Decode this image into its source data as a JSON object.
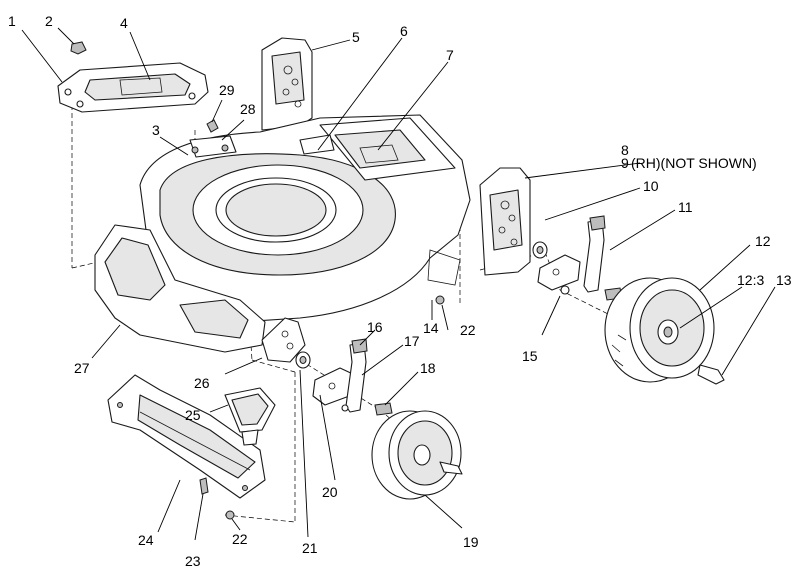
{
  "callouts": [
    {
      "id": "c1",
      "text": "1"
    },
    {
      "id": "c2",
      "text": "2"
    },
    {
      "id": "c3",
      "text": "3"
    },
    {
      "id": "c4",
      "text": "4"
    },
    {
      "id": "c5",
      "text": "5"
    },
    {
      "id": "c6",
      "text": "6"
    },
    {
      "id": "c7",
      "text": "7"
    },
    {
      "id": "c8",
      "text": "8"
    },
    {
      "id": "c9",
      "text": "9"
    },
    {
      "id": "c9n",
      "text": "(RH)(NOT SHOWN)"
    },
    {
      "id": "c10",
      "text": "10"
    },
    {
      "id": "c11",
      "text": "11"
    },
    {
      "id": "c12",
      "text": "12"
    },
    {
      "id": "c12b",
      "text": "12:3"
    },
    {
      "id": "c13",
      "text": "13"
    },
    {
      "id": "c14",
      "text": "14"
    },
    {
      "id": "c15",
      "text": "15"
    },
    {
      "id": "c16",
      "text": "16"
    },
    {
      "id": "c17",
      "text": "17"
    },
    {
      "id": "c18",
      "text": "18"
    },
    {
      "id": "c19",
      "text": "19"
    },
    {
      "id": "c20",
      "text": "20"
    },
    {
      "id": "c21",
      "text": "21"
    },
    {
      "id": "c22a",
      "text": "22"
    },
    {
      "id": "c22b",
      "text": "22"
    },
    {
      "id": "c23",
      "text": "23"
    },
    {
      "id": "c24",
      "text": "24"
    },
    {
      "id": "c25",
      "text": "25"
    },
    {
      "id": "c26",
      "text": "26"
    },
    {
      "id": "c27",
      "text": "27"
    },
    {
      "id": "c28",
      "text": "28"
    },
    {
      "id": "c29",
      "text": "29"
    }
  ]
}
